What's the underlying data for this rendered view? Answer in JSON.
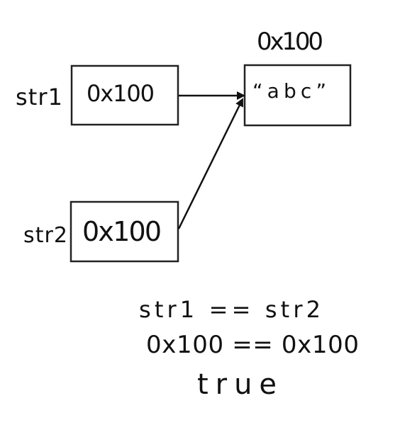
{
  "labels": {
    "var1": "str1",
    "var2": "str2",
    "address_top": "0x100"
  },
  "boxes": {
    "str1_value": "0x100",
    "str2_value": "0x100",
    "heap_value": "“abc”"
  },
  "expression": {
    "line1": "str1 == str2",
    "line2": "0x100 == 0x100",
    "result": "true"
  },
  "colors": {
    "ink": "#111111",
    "background": "#ffffff"
  }
}
